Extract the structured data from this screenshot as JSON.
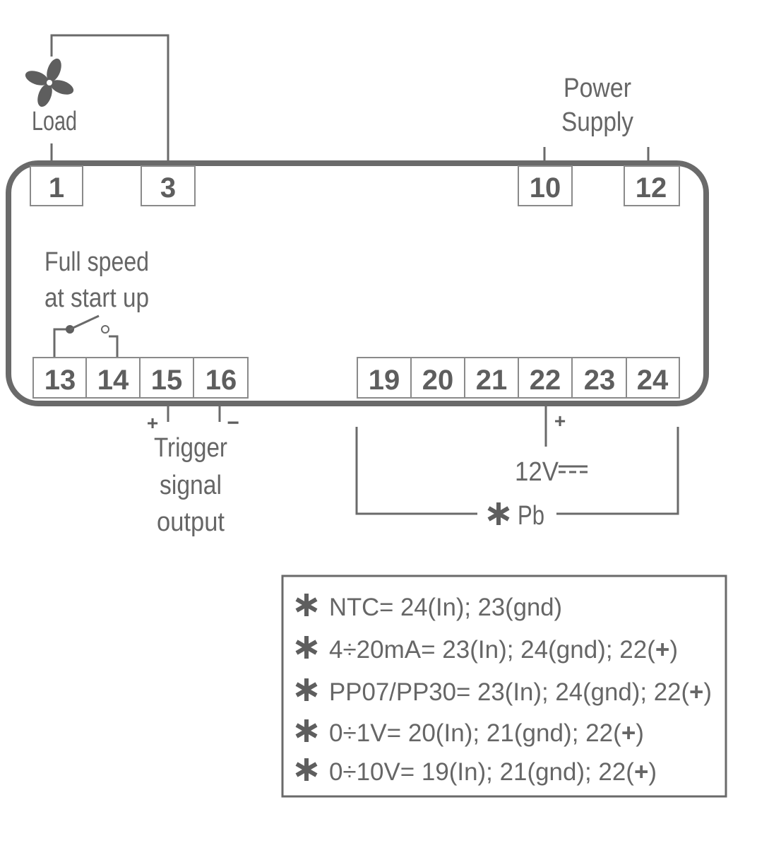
{
  "colors": {
    "ink": "#666666",
    "frame": "#6a6a6a"
  },
  "load_label": "Load",
  "power_supply": [
    "Power",
    "Supply"
  ],
  "full_speed": [
    "Full speed",
    "at start up"
  ],
  "terminals_top": [
    "1",
    "3",
    "10",
    "12"
  ],
  "terminals_bottom": [
    "13",
    "14",
    "15",
    "16",
    "19",
    "20",
    "21",
    "22",
    "23",
    "24"
  ],
  "trigger": {
    "plus": "+",
    "minus": "−",
    "lines": [
      "Trigger",
      "signal",
      "output"
    ]
  },
  "supply_12v": {
    "plus": "+",
    "label": "12V"
  },
  "probe_label": "Pb",
  "legend": [
    {
      "pre": "NTC= 24(In); 23(gnd)",
      "bold": "",
      "post": ""
    },
    {
      "pre": "4÷20mA= 23(In); 24(gnd); 22(",
      "bold": "+",
      "post": ")"
    },
    {
      "pre": "PP07/PP30= 23(In); 24(gnd); 22(",
      "bold": "+",
      "post": ")"
    },
    {
      "pre": "0÷1V= 20(In); 21(gnd); 22(",
      "bold": "+",
      "post": ")"
    },
    {
      "pre": "0÷10V= 19(In); 21(gnd); 22(",
      "bold": "+",
      "post": ")"
    }
  ]
}
